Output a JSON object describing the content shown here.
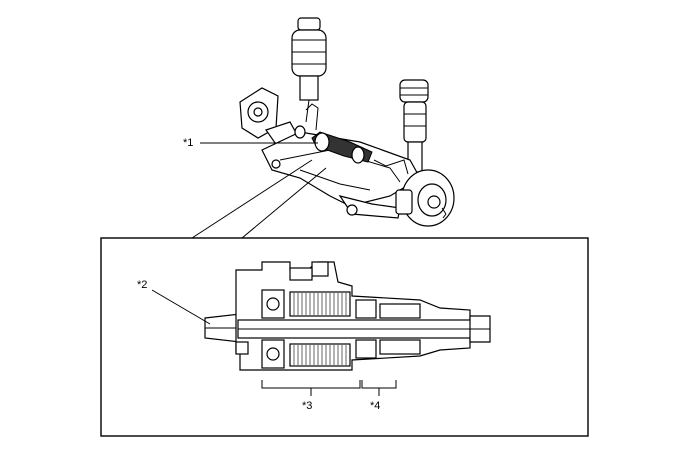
{
  "callouts": {
    "c1": "*1",
    "c2": "*2",
    "c3": "*3",
    "c4": "*4"
  },
  "colors": {
    "line": "#000000",
    "background": "#ffffff"
  }
}
